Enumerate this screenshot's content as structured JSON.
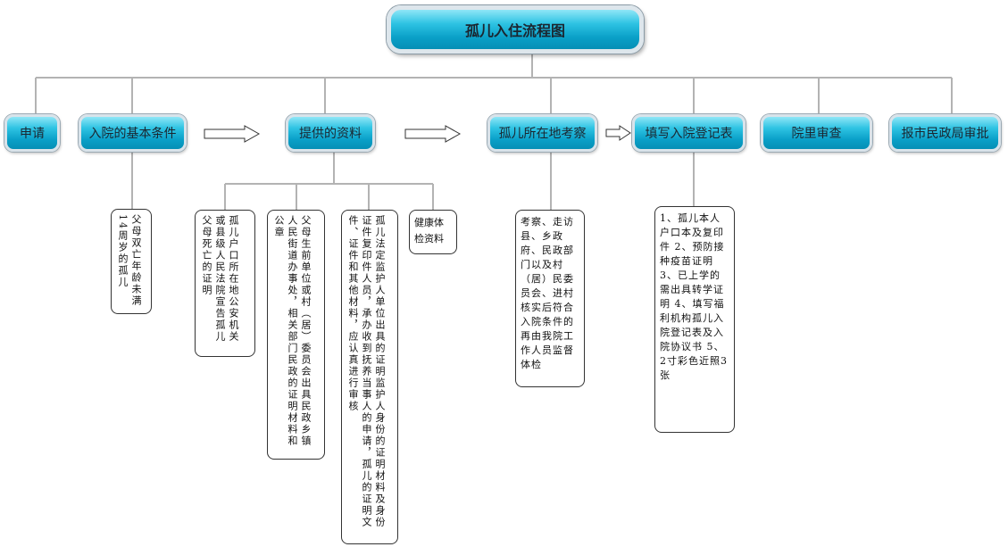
{
  "title": "孤儿入住流程图",
  "steps": {
    "apply": "申请",
    "conditions": "入院的基本条件",
    "materials": "提供的资料",
    "inspection": "孤儿所在地考察",
    "register": "填写入院登记表",
    "review": "院里审查",
    "approval": "报市民政局审批"
  },
  "details": {
    "conditions_note": "父母双亡年龄未满14周岁的孤儿",
    "material_1": "孤儿户口所在地公安机关或县级人民法院宣告孤儿父母死亡的证明",
    "material_2": "父母生前单位或村（居）委员会出具民政乡镇人民街道办事处，相关部门民政的证明材料和公章",
    "material_3": "孤儿法定监护人单位出具的证明监护人身份的证明材料及身份证件复印件人员，承办收到抚养当事人的申请，孤儿的证明文件、证件和其他材料，应认真进行审核",
    "material_4": "健康体检资料",
    "inspection_note": "考察、走访县、乡政府、民政部门以及村（居）民委员会、进村核实后符合入院条件的再由我院工作人员监督体检",
    "register_note": "1、孤儿本人户口本及复印件 2、预防接种疫苗证明 3、已上学的需出具转学证明 4、填写福利机构孤儿入院登记表及入院协议书 5、2寸彩色近照3张"
  }
}
